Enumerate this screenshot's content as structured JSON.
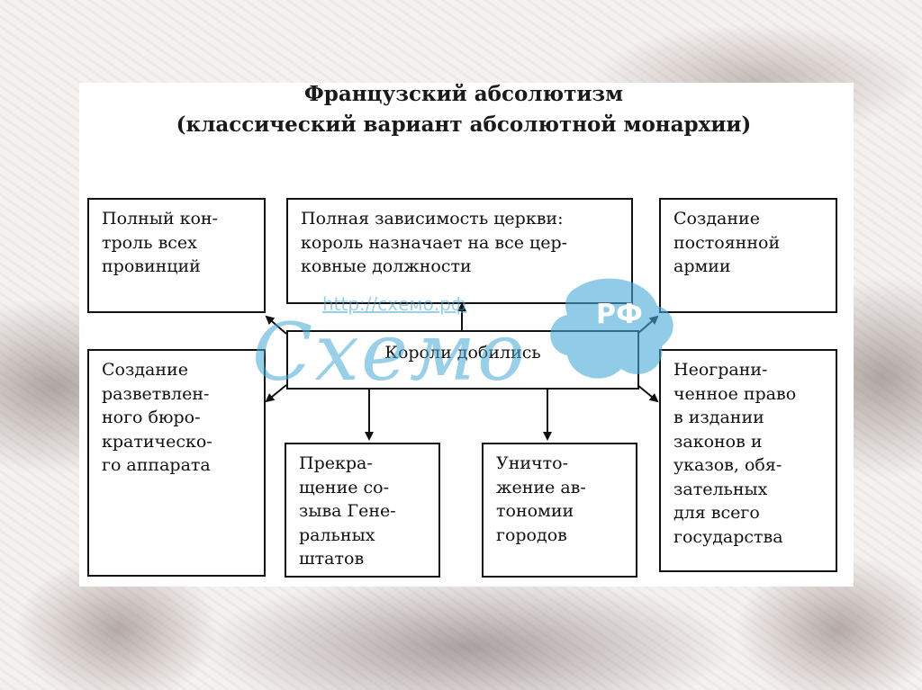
{
  "title_line1": "Французский абсолютизм",
  "title_line2": "(классический вариант абсолютной монархии)",
  "center": "Короли добились",
  "boxes": {
    "control": "Полный кон-\nтроль всех\nпровинций",
    "church": "Полная зависимость церкви:\nкороль назначает на все цер-\nковные должности",
    "army": "Создание\nпостоянной\nармии",
    "bureaucracy": "Создание\nразветвлен-\nного бюро-\nкратическо-\nго аппарата",
    "estates": "Прекра-\nщение со-\nзыва Гене-\nральных\nштатов",
    "cities": "Уничто-\nжение ав-\nтономии\nгородов",
    "laws": "Неограни-\nченное право\nв издании\nзаконов и\nуказов, обя-\nзательных\nдля всего\nгосударства"
  },
  "watermark": {
    "url": "http://схемо.рф",
    "word": "Схемо",
    "rf": "РФ"
  },
  "colors": {
    "watermark": "#46aad7",
    "border": "#111111"
  }
}
